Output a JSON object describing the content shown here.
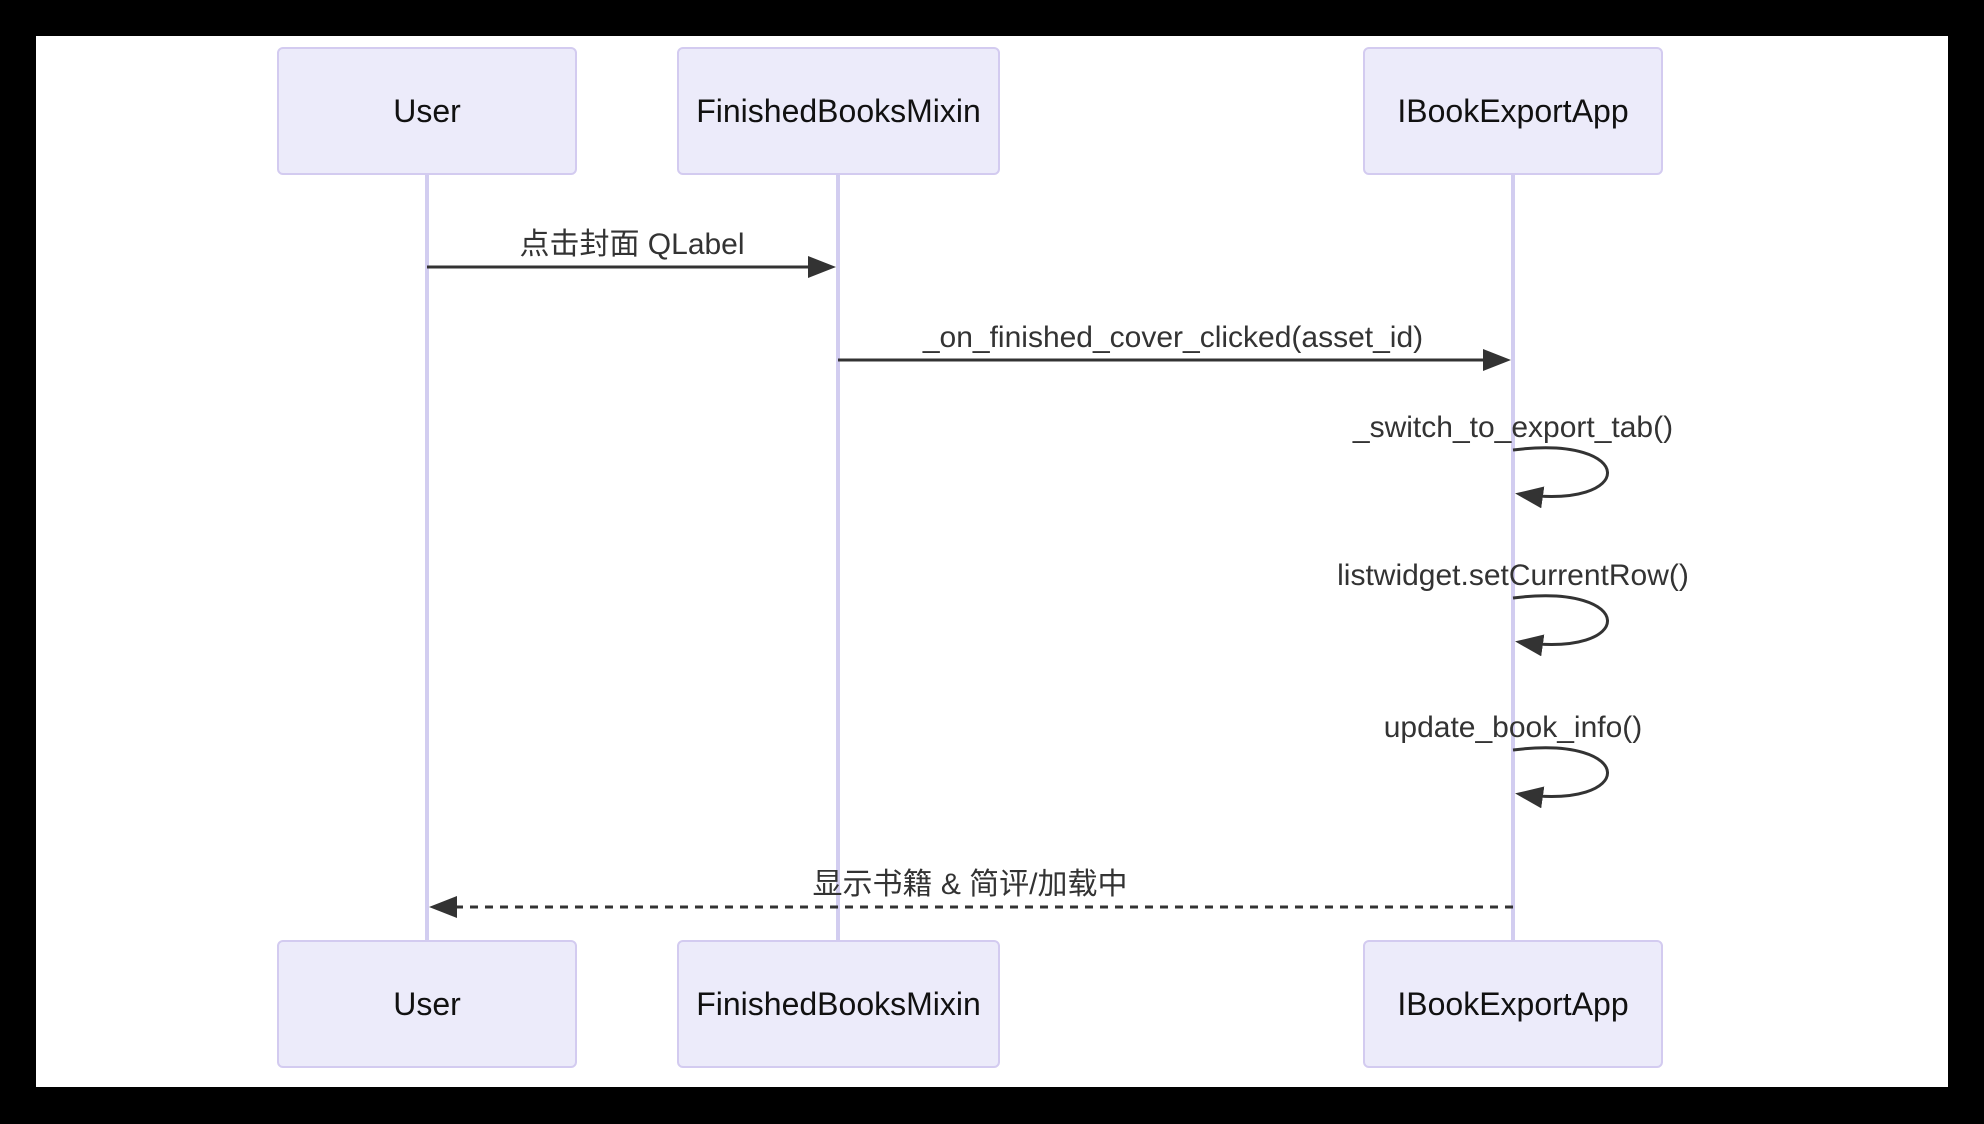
{
  "diagram": {
    "type": "sequence-diagram",
    "actors": [
      {
        "label": "User"
      },
      {
        "label": "FinishedBooksMixin"
      },
      {
        "label": "IBookExportApp"
      }
    ],
    "messages": [
      {
        "from": "User",
        "to": "FinishedBooksMixin",
        "label": "点击封面 QLabel",
        "line": "solid",
        "arrow": "filled"
      },
      {
        "from": "FinishedBooksMixin",
        "to": "IBookExportApp",
        "label": "_on_finished_cover_clicked(asset_id)",
        "line": "solid",
        "arrow": "filled"
      },
      {
        "from": "IBookExportApp",
        "to": "IBookExportApp",
        "label": "_switch_to_export_tab()",
        "line": "self-loop",
        "arrow": "filled"
      },
      {
        "from": "IBookExportApp",
        "to": "IBookExportApp",
        "label": "listwidget.setCurrentRow()",
        "line": "self-loop",
        "arrow": "filled"
      },
      {
        "from": "IBookExportApp",
        "to": "IBookExportApp",
        "label": "update_book_info()",
        "line": "self-loop",
        "arrow": "filled"
      },
      {
        "from": "IBookExportApp",
        "to": "User",
        "label": "显示书籍 & 简评/加载中",
        "line": "dashed",
        "arrow": "filled"
      }
    ],
    "colors": {
      "page_background": "#000000",
      "canvas_background": "#FFFFFF",
      "actor_fill": "#ECEBFA",
      "actor_border": "#D3CBF0",
      "actor_text": "#111111",
      "lifeline": "#D2CDF0",
      "message_line": "#333333",
      "message_text": "#333333"
    }
  }
}
